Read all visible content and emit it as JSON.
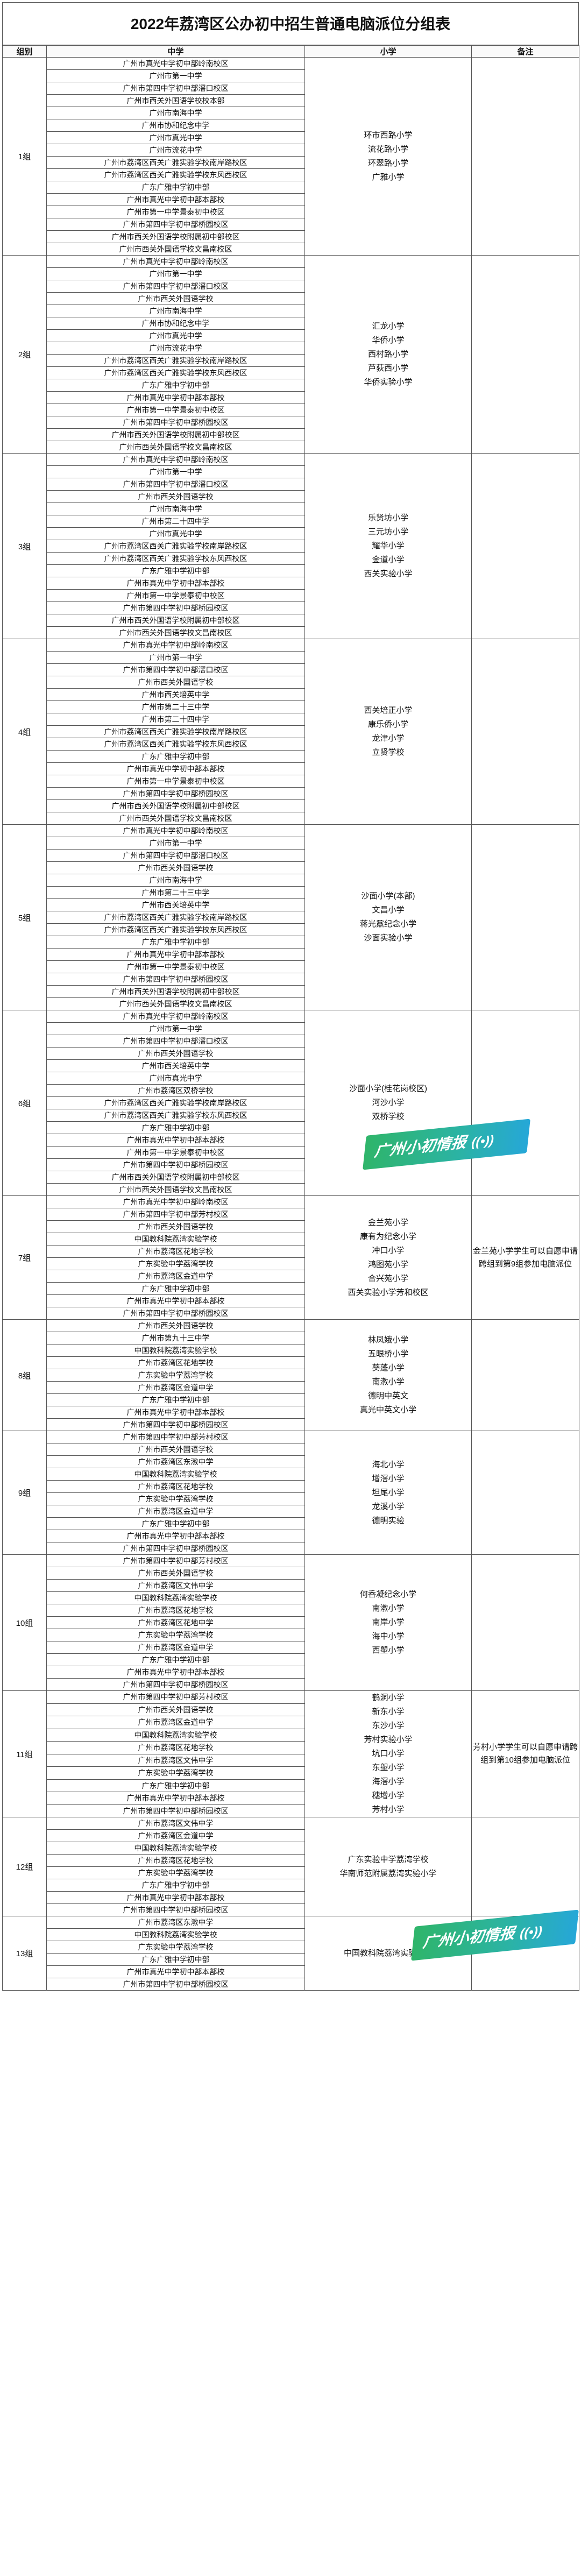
{
  "title": "2022年荔湾区公办初中招生普通电脑派位分组表",
  "headers": {
    "group": "组别",
    "middle": "中学",
    "primary": "小学",
    "note": "备注"
  },
  "watermark_text": "广州小初情报",
  "groups": [
    {
      "name": "1组",
      "middle": [
        "广州市真光中学初中部岭南校区",
        "广州市第一中学",
        "广州市第四中学初中部滘口校区",
        "广州市西关外国语学校校本部",
        "广州市南海中学",
        "广州市协和纪念中学",
        "广州市真光中学",
        "广州市流花中学",
        "广州市荔湾区西关广雅实验学校南岸路校区",
        "广州市荔湾区西关广雅实验学校东风西校区",
        "广东广雅中学初中部",
        "广州市真光中学初中部本部校",
        "广州市第一中学景泰初中校区",
        "广州市第四中学初中部桥园校区",
        "广州市西关外国语学校附属初中部校区",
        "广州市西关外国语学校文昌南校区"
      ],
      "primary": [
        "环市西路小学",
        "流花路小学",
        "环翠路小学",
        "广雅小学"
      ],
      "note": ""
    },
    {
      "name": "2组",
      "middle": [
        "广州市真光中学初中部岭南校区",
        "广州市第一中学",
        "广州市第四中学初中部滘口校区",
        "广州市西关外国语学校",
        "广州市南海中学",
        "广州市协和纪念中学",
        "广州市真光中学",
        "广州市流花中学",
        "广州市荔湾区西关广雅实验学校南岸路校区",
        "广州市荔湾区西关广雅实验学校东风西校区",
        "广东广雅中学初中部",
        "广州市真光中学初中部本部校",
        "广州市第一中学景泰初中校区",
        "广州市第四中学初中部桥园校区",
        "广州市西关外国语学校附属初中部校区",
        "广州市西关外国语学校文昌南校区"
      ],
      "primary": [
        "汇龙小学",
        "华侨小学",
        "西村路小学",
        "芦荻西小学",
        "华侨实验小学"
      ],
      "note": ""
    },
    {
      "name": "3组",
      "middle": [
        "广州市真光中学初中部岭南校区",
        "广州市第一中学",
        "广州市第四中学初中部滘口校区",
        "广州市西关外国语学校",
        "广州市南海中学",
        "广州市第二十四中学",
        "广州市真光中学",
        "广州市荔湾区西关广雅实验学校南岸路校区",
        "广州市荔湾区西关广雅实验学校东风西校区",
        "广东广雅中学初中部",
        "广州市真光中学初中部本部校",
        "广州市第一中学景泰初中校区",
        "广州市第四中学初中部桥园校区",
        "广州市西关外国语学校附属初中部校区",
        "广州市西关外国语学校文昌南校区"
      ],
      "primary": [
        "乐贤坊小学",
        "三元坊小学",
        "耀华小学",
        "金道小学",
        "西关实验小学"
      ],
      "note": ""
    },
    {
      "name": "4组",
      "middle": [
        "广州市真光中学初中部岭南校区",
        "广州市第一中学",
        "广州市第四中学初中部滘口校区",
        "广州市西关外国语学校",
        "广州市西关培英中学",
        "广州市第二十三中学",
        "广州市第二十四中学",
        "广州市荔湾区西关广雅实验学校南岸路校区",
        "广州市荔湾区西关广雅实验学校东风西校区",
        "广东广雅中学初中部",
        "广州市真光中学初中部本部校",
        "广州市第一中学景泰初中校区",
        "广州市第四中学初中部桥园校区",
        "广州市西关外国语学校附属初中部校区",
        "广州市西关外国语学校文昌南校区"
      ],
      "primary": [
        "西关培正小学",
        "康乐侨小学",
        "龙津小学",
        "立贤学校"
      ],
      "note": ""
    },
    {
      "name": "5组",
      "middle": [
        "广州市真光中学初中部岭南校区",
        "广州市第一中学",
        "广州市第四中学初中部滘口校区",
        "广州市西关外国语学校",
        "广州市南海中学",
        "广州市第二十三中学",
        "广州市西关培英中学",
        "广州市荔湾区西关广雅实验学校南岸路校区",
        "广州市荔湾区西关广雅实验学校东风西校区",
        "广东广雅中学初中部",
        "广州市真光中学初中部本部校",
        "广州市第一中学景泰初中校区",
        "广州市第四中学初中部桥园校区",
        "广州市西关外国语学校附属初中部校区",
        "广州市西关外国语学校文昌南校区"
      ],
      "primary": [
        "沙面小学(本部)",
        "文昌小学",
        "蒋光鼐纪念小学",
        "沙面实验小学"
      ],
      "note": ""
    },
    {
      "name": "6组",
      "middle": [
        "广州市真光中学初中部岭南校区",
        "广州市第一中学",
        "广州市第四中学初中部滘口校区",
        "广州市西关外国语学校",
        "广州市西关培英中学",
        "广州市真光中学",
        "广州市荔湾区双桥学校",
        "广州市荔湾区西关广雅实验学校南岸路校区",
        "广州市荔湾区西关广雅实验学校东风西校区",
        "广东广雅中学初中部",
        "广州市真光中学初中部本部校",
        "广州市第一中学景泰初中校区",
        "广州市第四中学初中部桥园校区",
        "广州市西关外国语学校附属初中部校区",
        "广州市西关外国语学校文昌南校区"
      ],
      "primary": [
        "沙面小学(桂花岗校区)",
        "河沙小学",
        "双桥学校"
      ],
      "note": ""
    },
    {
      "name": "7组",
      "middle": [
        "广州市真光中学初中部岭南校区",
        "广州市第四中学初中部芳村校区",
        "广州市西关外国语学校",
        "中国教科院荔湾实验学校",
        "广州市荔湾区花地学校",
        "广东实验中学荔湾学校",
        "广州市荔湾区金道中学",
        "广东广雅中学初中部",
        "广州市真光中学初中部本部校",
        "广州市第四中学初中部桥园校区"
      ],
      "primary": [
        "金兰苑小学",
        "康有为纪念小学",
        "冲口小学",
        "鸿图苑小学",
        "合兴苑小学",
        "西关实验小学芳和校区"
      ],
      "note": "金兰苑小学学生可以自愿申请跨组到第9组参加电脑派位"
    },
    {
      "name": "8组",
      "middle": [
        "广州市西关外国语学校",
        "广州市第九十三中学",
        "中国教科院荔湾实验学校",
        "广州市荔湾区花地学校",
        "广东实验中学荔湾学校",
        "广州市荔湾区金道中学",
        "广东广雅中学初中部",
        "广州市真光中学初中部本部校",
        "广州市第四中学初中部桥园校区"
      ],
      "primary": [
        "林凤娥小学",
        "五眼桥小学",
        "葵蓬小学",
        "南漖小学",
        "德明中英文",
        "真光中英文小学"
      ],
      "note": ""
    },
    {
      "name": "9组",
      "middle": [
        "广州市第四中学初中部芳村校区",
        "广州市西关外国语学校",
        "广州市荔湾区东漖中学",
        "中国教科院荔湾实验学校",
        "广州市荔湾区花地学校",
        "广东实验中学荔湾学校",
        "广州市荔湾区金道中学",
        "广东广雅中学初中部",
        "广州市真光中学初中部本部校",
        "广州市第四中学初中部桥园校区"
      ],
      "primary": [
        "海北小学",
        "增滘小学",
        "坦尾小学",
        "龙溪小学",
        "德明实验"
      ],
      "note": ""
    },
    {
      "name": "10组",
      "middle": [
        "广州市第四中学初中部芳村校区",
        "广州市西关外国语学校",
        "广州市荔湾区文伟中学",
        "中国教科院荔湾实验学校",
        "广州市荔湾区花地学校",
        "广州市荔湾区花地中学",
        "广东实验中学荔湾学校",
        "广州市荔湾区金道中学",
        "广东广雅中学初中部",
        "广州市真光中学初中部本部校",
        "广州市第四中学初中部桥园校区"
      ],
      "primary": [
        "何香凝纪念小学",
        "南漖小学",
        "南岸小学",
        "海中小学",
        "西塱小学"
      ],
      "note": ""
    },
    {
      "name": "11组",
      "middle": [
        "广州市第四中学初中部芳村校区",
        "广州市西关外国语学校",
        "广州市荔湾区金道中学",
        "中国教科院荔湾实验学校",
        "广州市荔湾区花地学校",
        "广州市荔湾区文伟中学",
        "广东实验中学荔湾学校",
        "广东广雅中学初中部",
        "广州市真光中学初中部本部校",
        "广州市第四中学初中部桥园校区"
      ],
      "primary": [
        "鹤洞小学",
        "新东小学",
        "东沙小学",
        "芳村实验小学",
        "坑口小学",
        "东塱小学",
        "海滘小学",
        "穗增小学",
        "芳村小学"
      ],
      "note": "芳村小学学生可以自愿申请跨组到第10组参加电脑派位"
    },
    {
      "name": "12组",
      "middle": [
        "广州市荔湾区文伟中学",
        "广州市荔湾区金道中学",
        "中国教科院荔湾实验学校",
        "广州市荔湾区花地学校",
        "广东实验中学荔湾学校",
        "广东广雅中学初中部",
        "广州市真光中学初中部本部校",
        "广州市第四中学初中部桥园校区"
      ],
      "primary": [
        "广东实验中学荔湾学校",
        "华南师范附属荔湾实验小学"
      ],
      "note": ""
    },
    {
      "name": "13组",
      "middle": [
        "广州市荔湾区东漖中学",
        "中国教科院荔湾实验学校",
        "广东实验中学荔湾学校",
        "广东广雅中学初中部",
        "广州市真光中学初中部本部校",
        "广州市第四中学初中部桥园校区"
      ],
      "primary": [
        "中国教科院荔湾实验学校"
      ],
      "note": ""
    }
  ]
}
